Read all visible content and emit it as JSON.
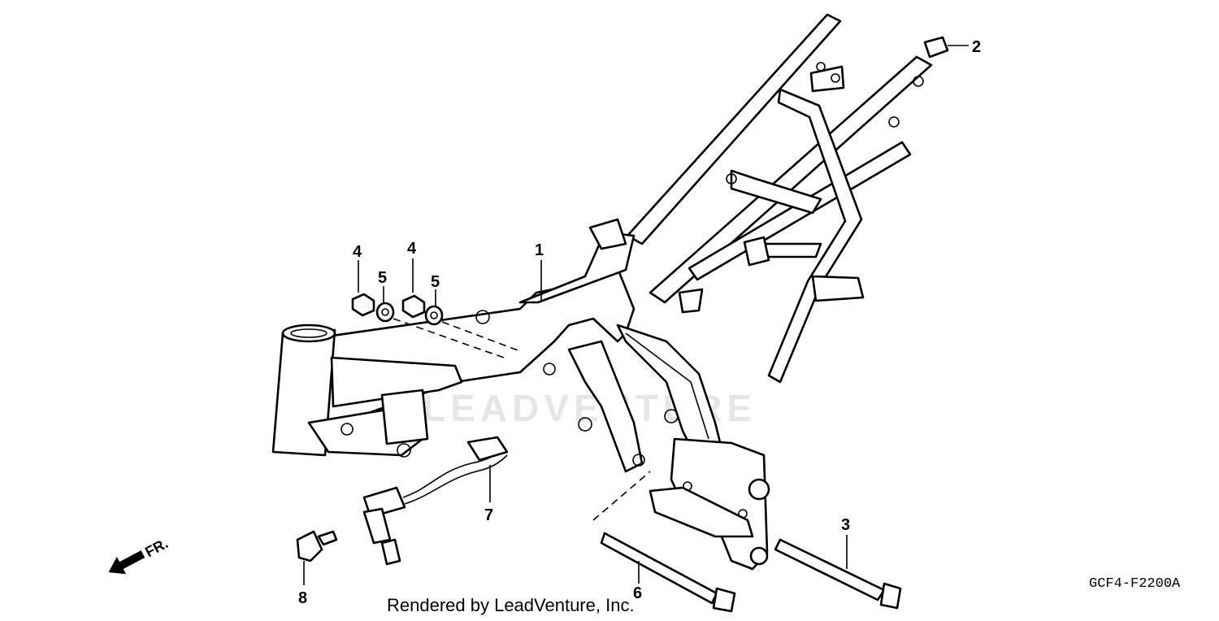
{
  "diagram": {
    "watermark": "LEADVENTURE",
    "diagram_code": "GCF4-F2200A",
    "credit": "Rendered by LeadVenture, Inc.",
    "front_indicator": "FR.",
    "callouts": [
      {
        "id": "frame",
        "label": "1"
      },
      {
        "id": "cap",
        "label": "2"
      },
      {
        "id": "long-bolt",
        "label": "3"
      },
      {
        "id": "nut-a",
        "label": "4"
      },
      {
        "id": "nut-b",
        "label": "4"
      },
      {
        "id": "washer-a",
        "label": "5"
      },
      {
        "id": "washer-b",
        "label": "5"
      },
      {
        "id": "pivot-bolt",
        "label": "6"
      },
      {
        "id": "ignition-switch",
        "label": "7"
      },
      {
        "id": "key",
        "label": "8"
      }
    ]
  }
}
